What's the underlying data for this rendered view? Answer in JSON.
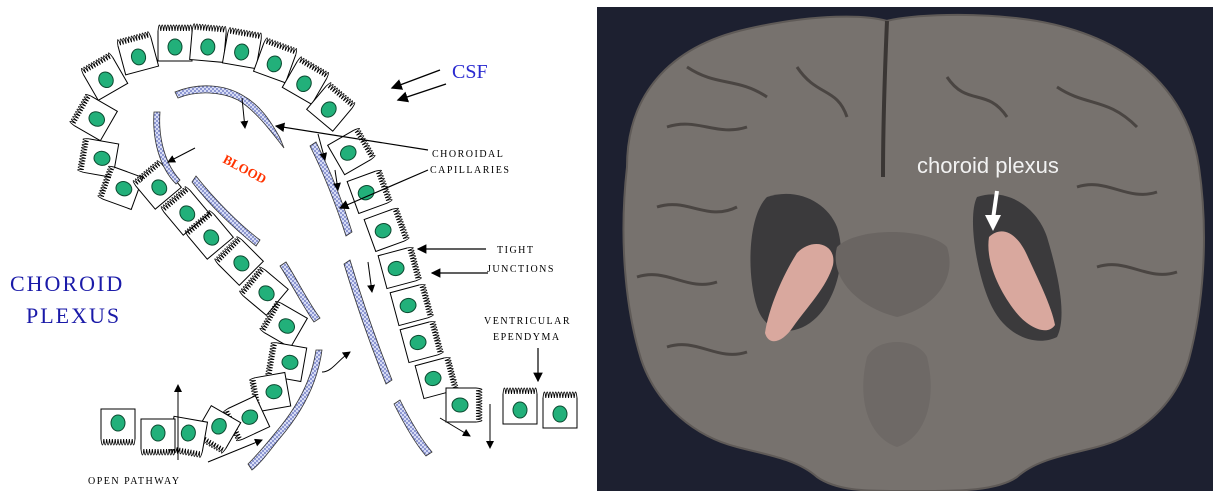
{
  "diagram": {
    "title_line1": "CHOROID",
    "title_line2": "PLEXUS",
    "csf_label": "CSF",
    "blood_label": "BLOOD",
    "capillaries_line1": "CHOROIDAL",
    "capillaries_line2": "CAPILLARIES",
    "tight_line1": "TIGHT",
    "tight_line2": "JUNCTIONS",
    "ventricular_line1": "VENTRICULAR",
    "ventricular_line2": "EPENDYMA",
    "open_pathway": "OPEN PATHWAY",
    "colors": {
      "title": "#1a1aa8",
      "csf": "#2a2ad0",
      "blood": "#ff3300",
      "nucleus": "#22b07a",
      "capillary": "#9aa7e0"
    }
  },
  "photo": {
    "label": "choroid plexus",
    "colors": {
      "tissue": "#77726e",
      "background": "#1d2030",
      "plexus": "#d9a89e"
    }
  }
}
